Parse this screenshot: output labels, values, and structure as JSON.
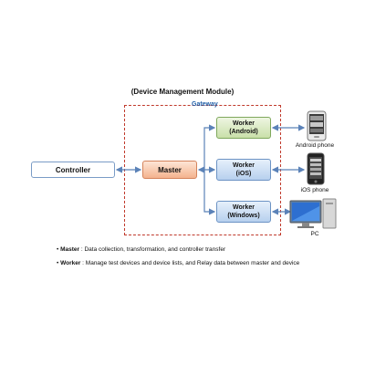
{
  "title": "(Device Management Module)",
  "gateway": {
    "label": "Gateway"
  },
  "nodes": {
    "controller": "Controller",
    "master": "Master",
    "worker_android": {
      "line1": "Worker",
      "line2": "(Android)"
    },
    "worker_ios": {
      "line1": "Worker",
      "line2": "(iOS)"
    },
    "worker_windows": {
      "line1": "Worker",
      "line2": "(Windows)"
    }
  },
  "devices": {
    "android": "Android phone",
    "ios": "iOS phone",
    "pc": "PC"
  },
  "notes": [
    {
      "bullet": "•",
      "term": "Master",
      "text": " : Data collection, transformation, and controller transfer"
    },
    {
      "bullet": "•",
      "term": "Worker",
      "text": " : Manage test devices and device lists, and  Relay data between master and device"
    }
  ],
  "colors": {
    "gateway_border": "#c0392b",
    "gateway_label": "#1f5fa8",
    "arrow": "#5b82b8",
    "master_fill": "#f4b38e",
    "android_worker_fill": "#c9e0a9",
    "ios_worker_fill": "#b7d0ee"
  },
  "icons": [
    "android-phone-icon",
    "ios-phone-icon",
    "pc-icon"
  ]
}
